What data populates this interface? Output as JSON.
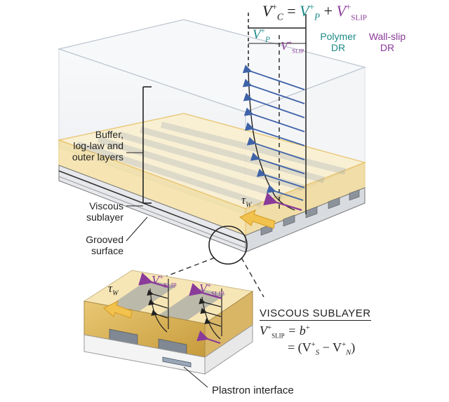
{
  "equation_top": {
    "vc": "V",
    "vc_sup": "+",
    "vc_sub": "C",
    "eq": "=",
    "vp": "V",
    "vp_sup": "+",
    "vp_sub": "P",
    "plus": "+",
    "vslip": "V",
    "vslip_sup": "+",
    "vslip_sub": "SLIP"
  },
  "polymer_label": [
    "Polymer",
    "DR"
  ],
  "wallslip_label": [
    "Wall-slip",
    "DR"
  ],
  "small_vp": {
    "v": "V",
    "sup": "+",
    "sub": "P"
  },
  "small_vslip": {
    "v": "V",
    "sup": "+",
    "sub": "SLIP"
  },
  "labels": {
    "buffer": [
      "Buffer,",
      "log-law and",
      "outer layers"
    ],
    "viscous": [
      "Viscous",
      "sublayer"
    ],
    "grooved": [
      "Grooved",
      "surface"
    ],
    "plastron": "Plastron interface",
    "tau_w": "τ",
    "tau_sub": "W"
  },
  "inset_labels": {
    "vslip1": {
      "v": "V",
      "sup": "+",
      "sub": "SLIP"
    },
    "vslip2": {
      "v": "V",
      "sup": "+",
      "sub": "SLIP"
    },
    "tau": "τ",
    "tau_sub": "W"
  },
  "viscous_sublayer_box": {
    "title": "VISCOUS SUBLAYER",
    "line1_lhs_v": "V",
    "line1_lhs_sup": "+",
    "line1_lhs_sub": "SLIP",
    "line1_rhs": "= b",
    "line1_rhs_sup": "+",
    "line2": "= (V",
    "line2_s_sup": "+",
    "line2_s_sub": "S",
    "line2_minus": " − V",
    "line2_n_sup": "+",
    "line2_n_sub": "N",
    "line2_close": ")"
  },
  "colors": {
    "teal": "#1d8a86",
    "purple": "#8a3a99",
    "arrow_blue": "#3f63a8",
    "gold": "#e8c36a",
    "box_edge": "#b9c2cc"
  }
}
